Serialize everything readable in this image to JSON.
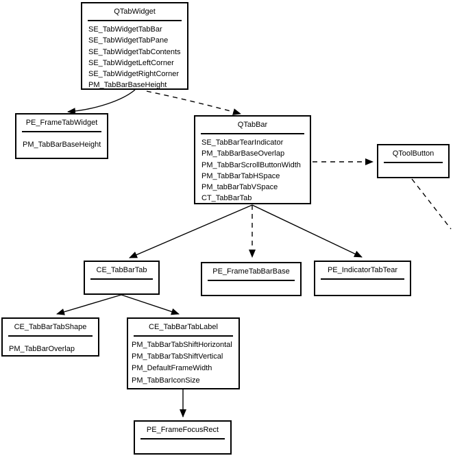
{
  "colors": {
    "background": "#ffffff",
    "border": "#000000",
    "text": "#000000",
    "line": "#000000"
  },
  "nodes": {
    "qtabwidget": {
      "title": "QTabWidget",
      "items": [
        "SE_TabWidgetTabBar",
        "SE_TabWidgetTabPane",
        "SE_TabWidgetTabContents",
        "SE_TabWidgetLeftCorner",
        "SE_TabWidgetRightCorner",
        "PM_TabBarBaseHeight"
      ]
    },
    "pe_frametabwidget": {
      "title": "PE_FrameTabWidget",
      "items": [
        "PM_TabBarBaseHeight"
      ]
    },
    "qtabbar": {
      "title": "QTabBar",
      "items": [
        "SE_TabBarTearIndicator",
        "PM_TabBarBaseOverlap",
        "PM_TabBarScrollButtonWidth",
        "PM_TabBarTabHSpace",
        "PM_tabBarTabVSpace",
        "CT_TabBarTab"
      ]
    },
    "qtoolbutton": {
      "title": "QToolButton",
      "items": []
    },
    "ce_tabbartab": {
      "title": "CE_TabBarTab",
      "items": []
    },
    "pe_frametabbarbase": {
      "title": "PE_FrameTabBarBase",
      "items": []
    },
    "pe_indicatortabtear": {
      "title": "PE_IndicatorTabTear",
      "items": []
    },
    "ce_tabbartabshape": {
      "title": "CE_TabBarTabShape",
      "items": [
        "PM_TabBarOverlap"
      ]
    },
    "ce_tabbartablabel": {
      "title": "CE_TabBarTabLabel",
      "items": [
        "PM_TabBarTabShiftHorizontal",
        "PM_TabBarTabShiftVertical",
        "PM_DefaultFrameWidth",
        "PM_TabBarIconSize"
      ]
    },
    "pe_framefocusrect": {
      "title": "PE_FrameFocusRect",
      "items": []
    }
  },
  "edges": [
    {
      "from": "QTabWidget",
      "to": "PE_FrameTabWidget",
      "style": "solid",
      "arrow": "end"
    },
    {
      "from": "QTabWidget",
      "to": "QTabBar",
      "style": "dashed",
      "arrow": "end"
    },
    {
      "from": "QTabBar",
      "to": "QToolButton",
      "style": "dashed",
      "arrow": "end"
    },
    {
      "from": "QToolButton",
      "to": "offscreen-bottom-right",
      "style": "dashed",
      "arrow": "none"
    },
    {
      "from": "QTabBar",
      "to": "CE_TabBarTab",
      "style": "solid",
      "arrow": "end"
    },
    {
      "from": "QTabBar",
      "to": "PE_FrameTabBarBase",
      "style": "dashed",
      "arrow": "end"
    },
    {
      "from": "QTabBar",
      "to": "PE_IndicatorTabTear",
      "style": "solid",
      "arrow": "end"
    },
    {
      "from": "CE_TabBarTab",
      "to": "CE_TabBarTabShape",
      "style": "solid",
      "arrow": "end"
    },
    {
      "from": "CE_TabBarTab",
      "to": "CE_TabBarTabLabel",
      "style": "solid",
      "arrow": "end"
    },
    {
      "from": "CE_TabBarTabLabel",
      "to": "PE_FrameFocusRect",
      "style": "solid",
      "arrow": "end"
    }
  ]
}
